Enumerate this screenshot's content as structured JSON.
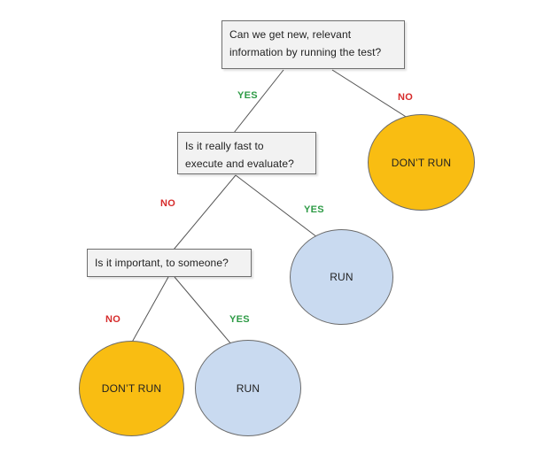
{
  "nodes": {
    "q1": {
      "lines": [
        "Can we get new, relevant",
        "information by running  the test?"
      ]
    },
    "q2": {
      "lines": [
        "Is it really fast to",
        "execute and evaluate?"
      ]
    },
    "q3": {
      "lines": [
        "Is it important, to someone?"
      ]
    },
    "outcome_q1_no": {
      "label": "DON’T RUN",
      "kind": "dont-run"
    },
    "outcome_q2_yes": {
      "label": "RUN",
      "kind": "run"
    },
    "outcome_q3_no": {
      "label": "DON’T RUN",
      "kind": "dont-run"
    },
    "outcome_q3_yes": {
      "label": "RUN",
      "kind": "run"
    }
  },
  "edges": [
    {
      "from": "q1",
      "to": "q2",
      "label": "YES"
    },
    {
      "from": "q1",
      "to": "outcome_q1_no",
      "label": "NO"
    },
    {
      "from": "q2",
      "to": "q3",
      "label": "NO"
    },
    {
      "from": "q2",
      "to": "outcome_q2_yes",
      "label": "YES"
    },
    {
      "from": "q3",
      "to": "outcome_q3_no",
      "label": "NO"
    },
    {
      "from": "q3",
      "to": "outcome_q3_yes",
      "label": "YES"
    }
  ],
  "colors": {
    "yes_label": "#2e9b46",
    "no_label": "#d62b2b",
    "dont_run_fill": "#f9bd12",
    "run_fill": "#c9daf0",
    "connector": "#555555"
  }
}
